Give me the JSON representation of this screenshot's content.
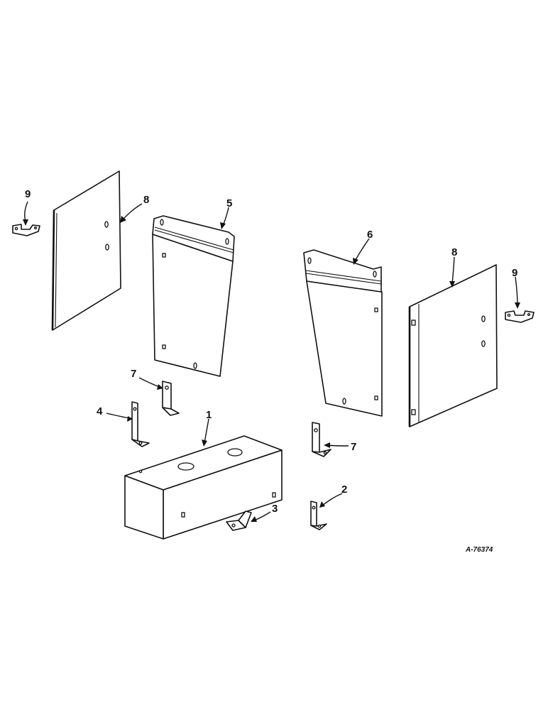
{
  "diagram": {
    "reference_number": "A-76374",
    "callouts": [
      "1",
      "2",
      "3",
      "4",
      "5",
      "6",
      "7",
      "7",
      "8",
      "8",
      "9",
      "9"
    ]
  }
}
